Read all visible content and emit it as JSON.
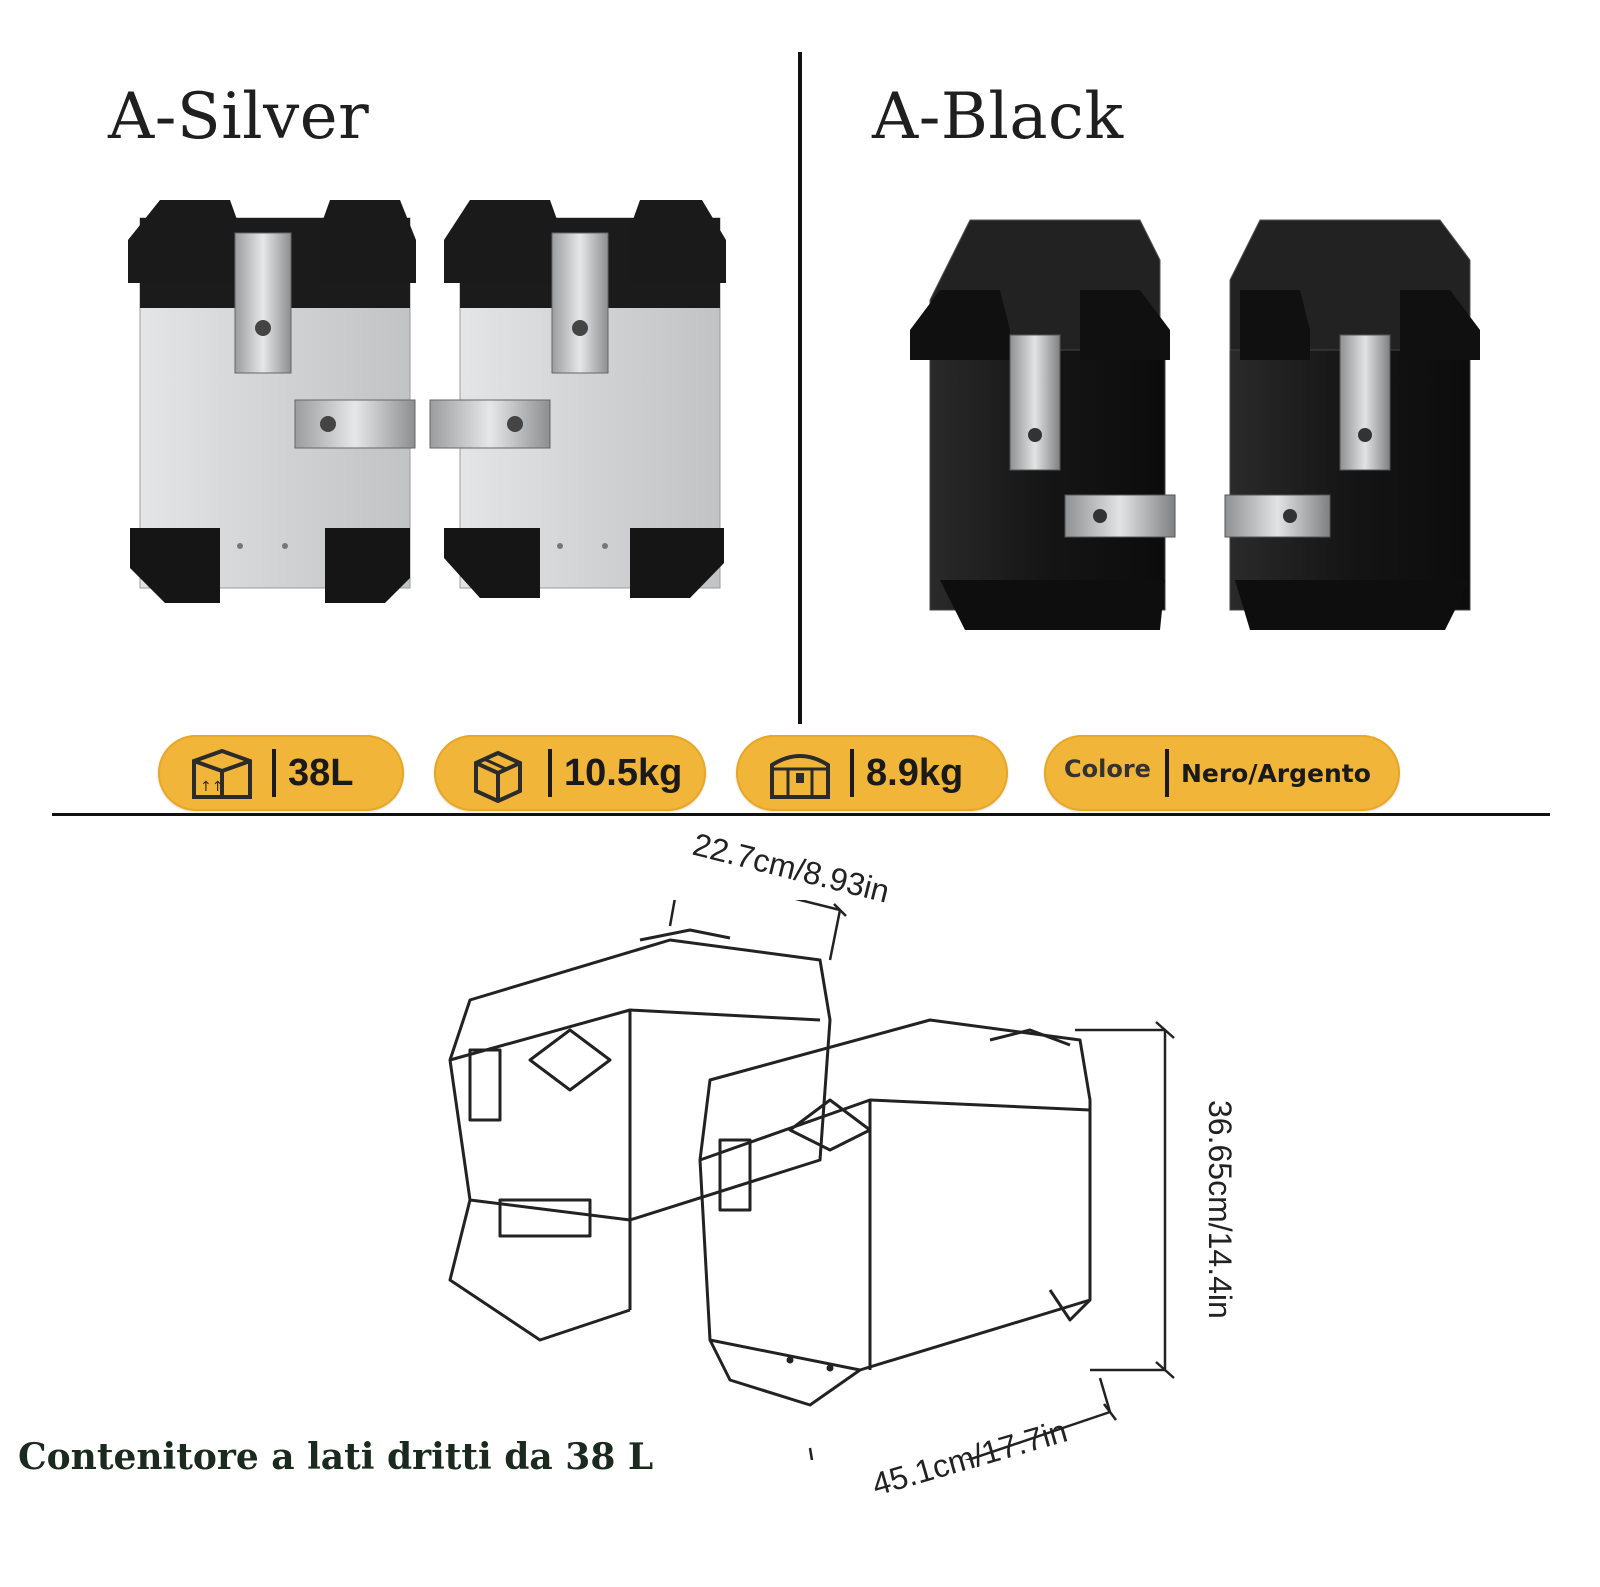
{
  "variants": [
    {
      "title": "A-Silver",
      "color": "#d6d7d8"
    },
    {
      "title": "A-Black",
      "color": "#151515"
    }
  ],
  "badges": [
    {
      "icon": "box-volume-icon",
      "value": "38L"
    },
    {
      "icon": "box-weight-icon",
      "value": "10.5kg"
    },
    {
      "icon": "trunk-weight-icon",
      "value": "8.9kg"
    },
    {
      "label": "Colore",
      "value": "Nero/Argento"
    }
  ],
  "badge_color": "#f1b53a",
  "dimensions": {
    "depth": "22.7cm/8.93in",
    "height": "36.65cm/14.4in",
    "width": "45.1cm/17.7in"
  },
  "caption": "Contenitore a lati dritti da 38 L"
}
